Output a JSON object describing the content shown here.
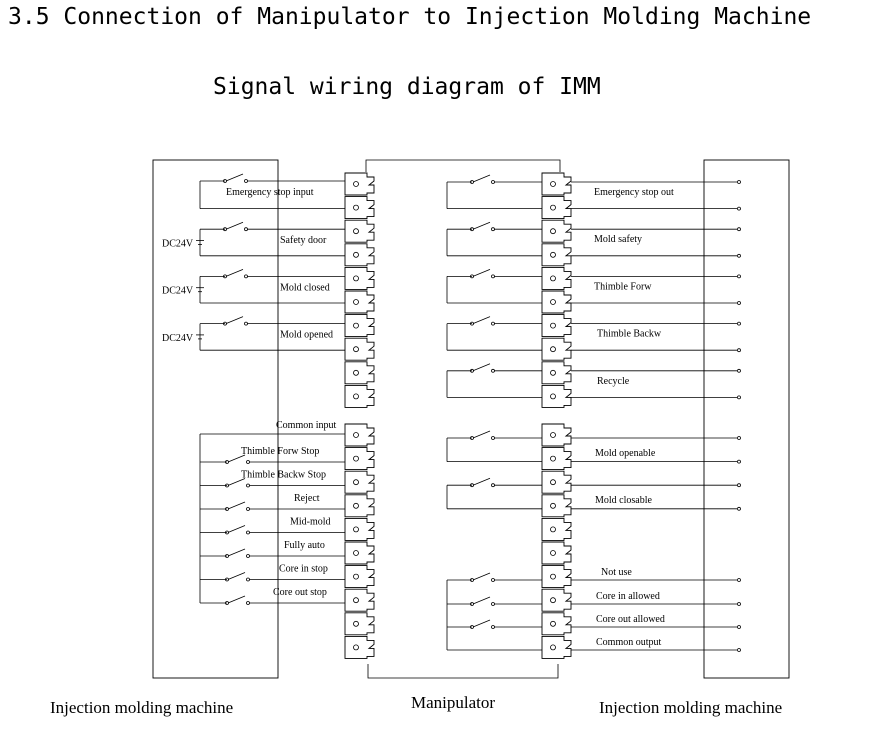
{
  "heading": "3.5 Connection of Manipulator to Injection Molding Machine",
  "subtitle": "Signal wiring diagram of IMM",
  "supply_label": "DC24V",
  "left_top_inputs": [
    "Emergency stop input",
    "Safety door",
    "Mold closed",
    "Mold opened"
  ],
  "left_bottom_inputs": [
    "Common input",
    "Thimble Forw Stop",
    "Thimble Backw Stop",
    "Reject",
    "Mid-mold",
    "Fully auto",
    "Core in stop",
    "Core out stop"
  ],
  "right_top_outputs": [
    "Emergency stop out",
    "Mold safety",
    "Thimble Forw",
    "Thimble Backw",
    "Recycle"
  ],
  "right_bottom_outputs": [
    "Mold openable",
    "Mold closable",
    "Not use",
    "Core in allowed",
    "Core out allowed",
    "Common output"
  ],
  "bottom_labels": {
    "left": "Injection molding machine",
    "center": "Manipulator",
    "right": "Injection molding machine"
  }
}
